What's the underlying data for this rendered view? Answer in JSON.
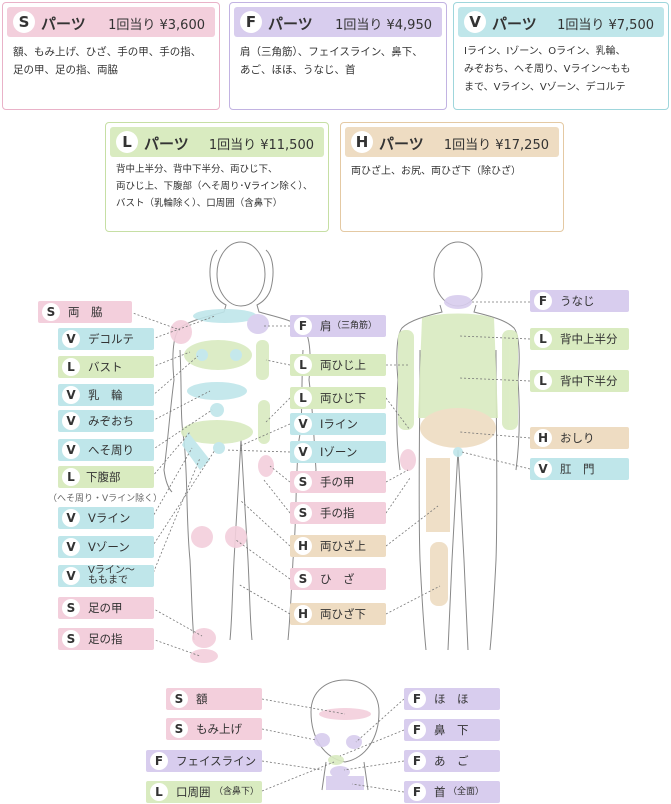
{
  "cards": [
    {
      "letter": "S",
      "title": "パーツ",
      "price": "1回当り ¥3,600",
      "desc": [
        "額、もみ上げ、ひざ、手の甲、手の指、",
        "足の甲、足の指、両脇"
      ]
    },
    {
      "letter": "F",
      "title": "パーツ",
      "price": "1回当り ¥4,950",
      "desc": [
        "肩（三角筋）、フェイスライン、鼻下、",
        "あご、ほほ、うなじ、首"
      ]
    },
    {
      "letter": "V",
      "title": "パーツ",
      "price": "1回当り ¥7,500",
      "desc": [
        "Iライン、Iゾーン、Oライン、乳輪、",
        "みぞおち、へそ周り、Vライン〜もも",
        "まで、Vライン、Vゾーン、デコルテ"
      ]
    },
    {
      "letter": "L",
      "title": "パーツ",
      "price": "1回当り ¥11,500",
      "desc": [
        "背中上半分、背中下半分、両ひじ下、",
        "両ひじ上、下腹部（へそ周り･Vライン除く）、",
        "バスト（乳輪除く）、口周囲（含鼻下）"
      ]
    },
    {
      "letter": "H",
      "title": "パーツ",
      "price": "1回当り ¥17,250",
      "desc": [
        "両ひざ上、お尻、両ひざ下（除ひざ）"
      ]
    }
  ],
  "front_left": [
    {
      "letter": "S",
      "text": "両　脇"
    },
    {
      "letter": "V",
      "text": "デコルテ"
    },
    {
      "letter": "L",
      "text": "バスト"
    },
    {
      "letter": "V",
      "text": "乳　輪"
    },
    {
      "letter": "V",
      "text": "みぞおち"
    },
    {
      "letter": "V",
      "text": "へそ周り"
    },
    {
      "letter": "L",
      "text": "下腹部"
    },
    {
      "letter": "V",
      "text": "Vライン"
    },
    {
      "letter": "V",
      "text": "Vゾーン"
    },
    {
      "letter": "V",
      "text": "Vライン〜"
    },
    {
      "letter": "S",
      "text": "足の甲"
    },
    {
      "letter": "S",
      "text": "足の指"
    }
  ],
  "front_left_note": "（へそ周り・Vライン除く）",
  "front_left_line2": "ももまで",
  "front_right": [
    {
      "letter": "F",
      "text": "肩",
      "small": "（三角筋）"
    },
    {
      "letter": "L",
      "text": "両ひじ上"
    },
    {
      "letter": "L",
      "text": "両ひじ下"
    },
    {
      "letter": "V",
      "text": "Iライン"
    },
    {
      "letter": "V",
      "text": "Iゾーン"
    },
    {
      "letter": "S",
      "text": "手の甲"
    },
    {
      "letter": "S",
      "text": "手の指"
    },
    {
      "letter": "H",
      "text": "両ひざ上"
    },
    {
      "letter": "S",
      "text": "ひ　ざ"
    },
    {
      "letter": "H",
      "text": "両ひざ下"
    }
  ],
  "back": [
    {
      "letter": "F",
      "text": "うなじ"
    },
    {
      "letter": "L",
      "text": "背中上半分"
    },
    {
      "letter": "L",
      "text": "背中下半分"
    },
    {
      "letter": "H",
      "text": "おしり"
    },
    {
      "letter": "V",
      "text": "肛　門"
    }
  ],
  "face_left": [
    {
      "letter": "S",
      "text": "額"
    },
    {
      "letter": "S",
      "text": "もみ上げ"
    },
    {
      "letter": "F",
      "text": "フェイスライン"
    },
    {
      "letter": "L",
      "text": "口周囲",
      "small": "（含鼻下）"
    }
  ],
  "face_right": [
    {
      "letter": "F",
      "text": "ほ　ほ"
    },
    {
      "letter": "F",
      "text": "鼻　下"
    },
    {
      "letter": "F",
      "text": "あ　ご"
    },
    {
      "letter": "F",
      "text": "首",
      "small": "（全面）"
    }
  ],
  "colors": {
    "S": "#f3cfdc",
    "F": "#d8cdee",
    "V": "#bfe6ea",
    "L": "#d9ebc0",
    "H": "#eedcc2"
  }
}
